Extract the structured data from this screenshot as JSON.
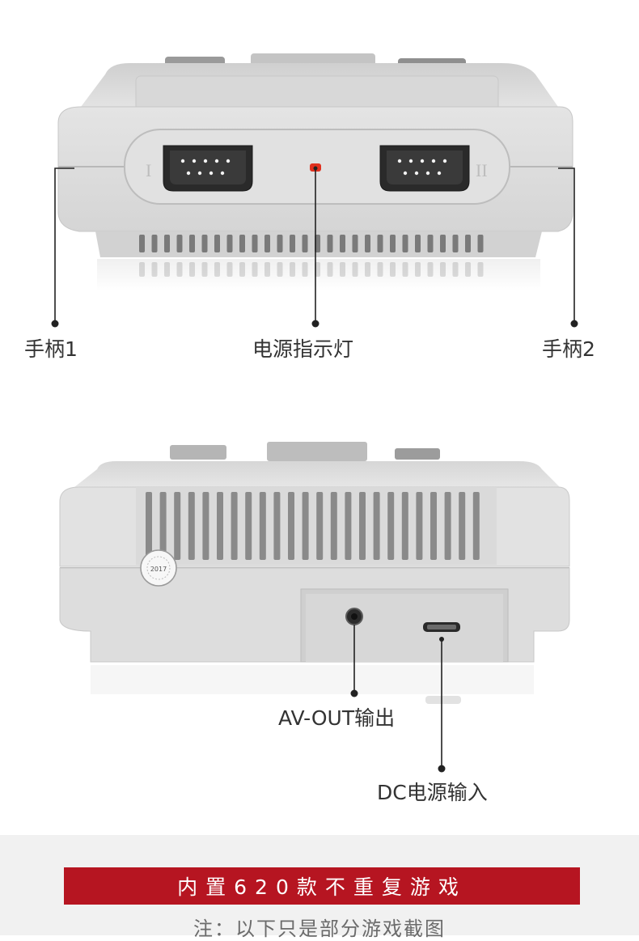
{
  "front_view": {
    "port_left_numeral": "I",
    "port_right_numeral": "II",
    "callouts": {
      "controller_1": "手柄1",
      "power_indicator": "电源指示灯",
      "controller_2": "手柄2"
    }
  },
  "back_view": {
    "sticker_text": "2017",
    "callouts": {
      "av_out": "AV-OUT输出",
      "dc_in": "DC电源输入"
    }
  },
  "banner": {
    "text": "内置620款不重复游戏"
  },
  "note": {
    "text": "注：以下只是部分游戏截图"
  },
  "colors": {
    "console_body": "#dcdcdc",
    "console_light": "#e8e8e8",
    "console_dark": "#b9b9b9",
    "banner_red": "#b61521",
    "indicator_led": "#e0301e",
    "callout_line": "#222222"
  }
}
